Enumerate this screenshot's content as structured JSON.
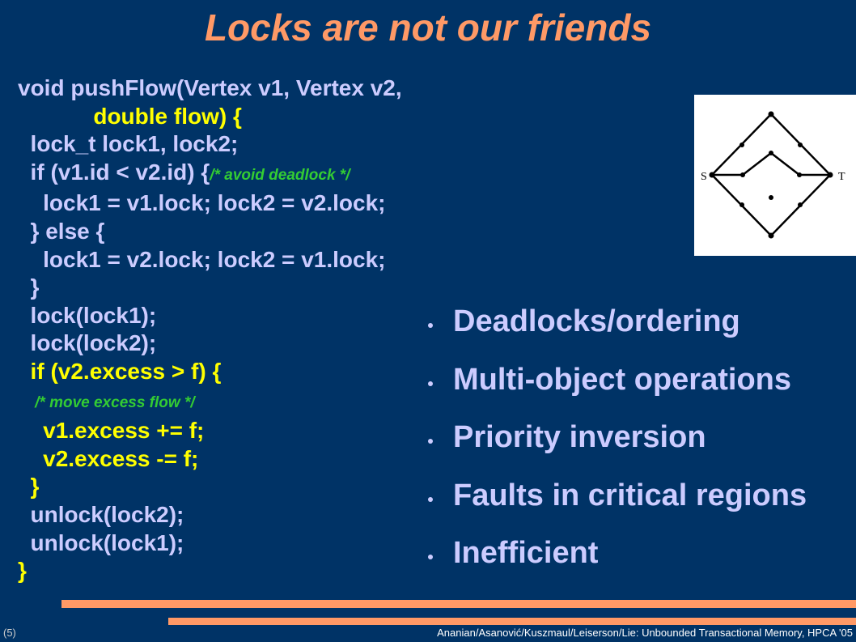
{
  "slide": {
    "title": "Locks are not our friends",
    "slide_number": "(5)",
    "footer": "Ananian/Asanović/Kuszmaul/Leiserson/Lie: Unbounded Transactional Memory, HPCA '05"
  },
  "code": {
    "line1": "void pushFlow(Vertex v1, Vertex v2,",
    "line2": "            double flow) {",
    "line3": "  lock_t lock1, lock2;",
    "line4": "  if (v1.id < v2.id) {",
    "comment1": "/* avoid deadlock */",
    "line5": "    lock1 = v1.lock; lock2 = v2.lock;",
    "line6": "  } else {",
    "line7": "    lock1 = v2.lock; lock2 = v1.lock;",
    "line8": "  }",
    "line9": "  lock(lock1);",
    "line10": "  lock(lock2);",
    "line11": "  if (v2.excess > f) {",
    "comment2": "/* move excess flow */",
    "line12": "    v1.excess += f;",
    "line13": "    v2.excess -= f;",
    "line14": "  }",
    "line15": "  unlock(lock2);",
    "line16": "  unlock(lock1);",
    "line17": "}"
  },
  "graph": {
    "source_label": "S",
    "sink_label": "T"
  },
  "bullets": [
    "Deadlocks/ordering",
    "Multi-object operations",
    "Priority inversion",
    "Faults in critical regions",
    "Inefficient"
  ],
  "colors": {
    "background": "#003366",
    "title": "#ff9966",
    "text": "#ccccff",
    "highlight": "#ffff00",
    "comment": "#33cc33",
    "accent_bars": "#ff9966"
  }
}
